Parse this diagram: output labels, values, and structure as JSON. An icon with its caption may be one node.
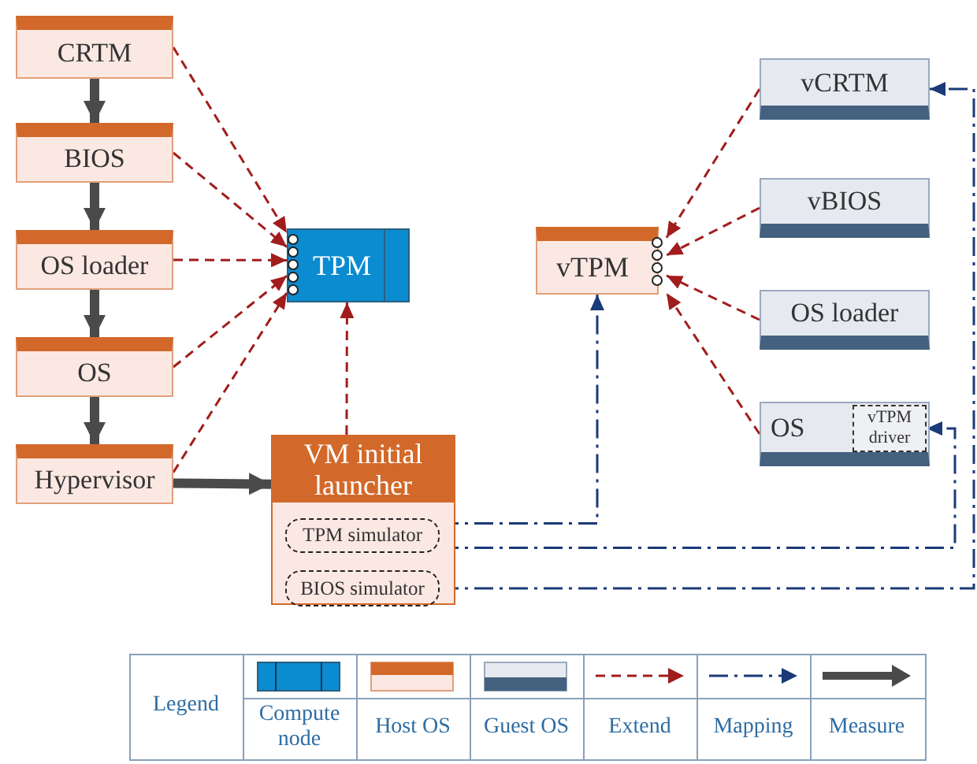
{
  "diagram": {
    "nodes": [
      {
        "text": [
          "CRTM"
        ]
      },
      {
        "text": [
          "BIOS"
        ]
      },
      {
        "text": [
          "OS loader"
        ]
      },
      {
        "text": [
          "OS"
        ]
      },
      {
        "text": [
          "Hypervisor"
        ]
      },
      {
        "text": [
          "TPM"
        ]
      },
      {
        "text": [
          "VM initial launcher"
        ]
      },
      {
        "text": [
          "TPM simulator"
        ],
        "in": 6
      },
      {
        "text": [
          "BIOS simulator"
        ],
        "in": 6
      },
      {
        "text": [
          "vTPM"
        ]
      },
      {
        "text": [
          "vCRTM"
        ]
      },
      {
        "text": [
          "vBIOS"
        ]
      },
      {
        "text": [
          "OS loader"
        ]
      },
      {
        "text": [
          "OS"
        ]
      },
      {
        "text": [
          "vTPM driver"
        ],
        "in": 13
      }
    ],
    "edges": [
      {
        "from": 0,
        "to": 1,
        "arrow": "to",
        "style": "thick",
        "color": "#4a4a4a"
      },
      {
        "from": 1,
        "to": 2,
        "arrow": "to",
        "style": "thick",
        "color": "#4a4a4a"
      },
      {
        "from": 2,
        "to": 3,
        "arrow": "to",
        "style": "thick",
        "color": "#4a4a4a"
      },
      {
        "from": 3,
        "to": 4,
        "arrow": "to",
        "style": "thick",
        "color": "#4a4a4a"
      },
      {
        "from": 4,
        "to": 6,
        "arrow": "to",
        "style": "thick",
        "color": "#4a4a4a"
      },
      {
        "from": 0,
        "to": 5,
        "arrow": "to",
        "style": "dashed"
      },
      {
        "from": 1,
        "to": 5,
        "arrow": "to",
        "style": "dashed"
      },
      {
        "from": 2,
        "to": 5,
        "arrow": "to",
        "style": "dashed"
      },
      {
        "from": 3,
        "to": 5,
        "arrow": "to",
        "style": "dashed"
      },
      {
        "from": 4,
        "to": 5,
        "arrow": "to",
        "style": "dashed"
      },
      {
        "from": 6,
        "to": 5,
        "arrow": "to",
        "style": "dashed"
      },
      {
        "from": 10,
        "to": 9,
        "arrow": "to",
        "style": "dashed"
      },
      {
        "from": 11,
        "to": 9,
        "arrow": "to",
        "style": "dashed"
      },
      {
        "from": 12,
        "to": 9,
        "arrow": "to",
        "style": "dashed"
      },
      {
        "from": 13,
        "to": 9,
        "arrow": "to",
        "style": "dashed"
      },
      {
        "from": 7,
        "to": 9,
        "arrow": "to",
        "style": "dashed",
        "color": "#1a3a78"
      },
      {
        "from": 7,
        "to": 14,
        "arrow": "both",
        "style": "dashed",
        "color": "#1a3a78"
      },
      {
        "from": 8,
        "to": 10,
        "arrow": "to",
        "style": "dashed",
        "color": "#1a3a78"
      }
    ],
    "labels": [
      "Legend"
    ],
    "legend": [
      {
        "text": "Compute node"
      },
      {
        "text": "Host OS"
      },
      {
        "text": "Guest OS"
      },
      {
        "text": "Extend"
      },
      {
        "text": "Mapping"
      },
      {
        "text": "Measure"
      }
    ]
  }
}
